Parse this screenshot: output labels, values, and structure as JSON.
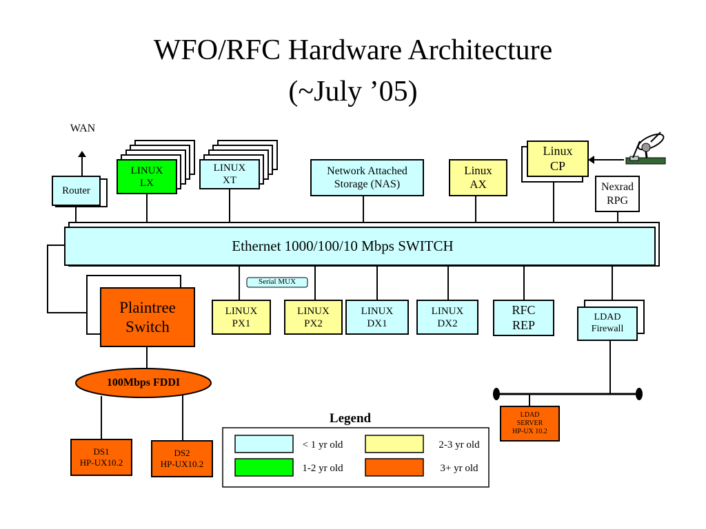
{
  "title": "WFO/RFC Hardware Architecture",
  "subtitle": "(~July ’05)",
  "colors": {
    "lt1": "#ccffff",
    "y1to2": "#00ff00",
    "y2to3": "#ffff99",
    "y3plus": "#ff6600",
    "white": "#ffffff"
  },
  "nodes": {
    "wan": "WAN",
    "router": "Router",
    "linux_lx": [
      "LINUX",
      "LX"
    ],
    "linux_xt": [
      "LINUX",
      "XT"
    ],
    "nas": [
      "Network Attached",
      "Storage (NAS)"
    ],
    "linux_ax": [
      "Linux",
      "AX"
    ],
    "linux_cp": [
      "Linux",
      "CP"
    ],
    "nexrad": [
      "Nexrad",
      "RPG"
    ],
    "switch": "Ethernet 1000/100/10 Mbps SWITCH",
    "serial_mux": "Serial MUX",
    "plaintree": [
      "Plaintree",
      "Switch"
    ],
    "px1": [
      "LINUX",
      "PX1"
    ],
    "px2": [
      "LINUX",
      "PX2"
    ],
    "dx1": [
      "LINUX",
      "DX1"
    ],
    "dx2": [
      "LINUX",
      "DX2"
    ],
    "rfc_rep": [
      "RFC",
      "REP"
    ],
    "ldad_fw": [
      "LDAD",
      "Firewall"
    ],
    "fddi": "100Mbps FDDI",
    "ds1": [
      "DS1",
      "HP-UX10.2"
    ],
    "ds2": [
      "DS2",
      "HP-UX10.2"
    ],
    "ldad_server": [
      "LDAD",
      "SERVER",
      "HP-UX 10.2"
    ]
  },
  "legend": {
    "title": "Legend",
    "items": [
      {
        "label": "< 1 yr old",
        "color": "#ccffff"
      },
      {
        "label": "2-3 yr old",
        "color": "#ffff99"
      },
      {
        "label": "1-2 yr old",
        "color": "#00ff00"
      },
      {
        "label": "3+ yr old",
        "color": "#ff6600"
      }
    ]
  }
}
